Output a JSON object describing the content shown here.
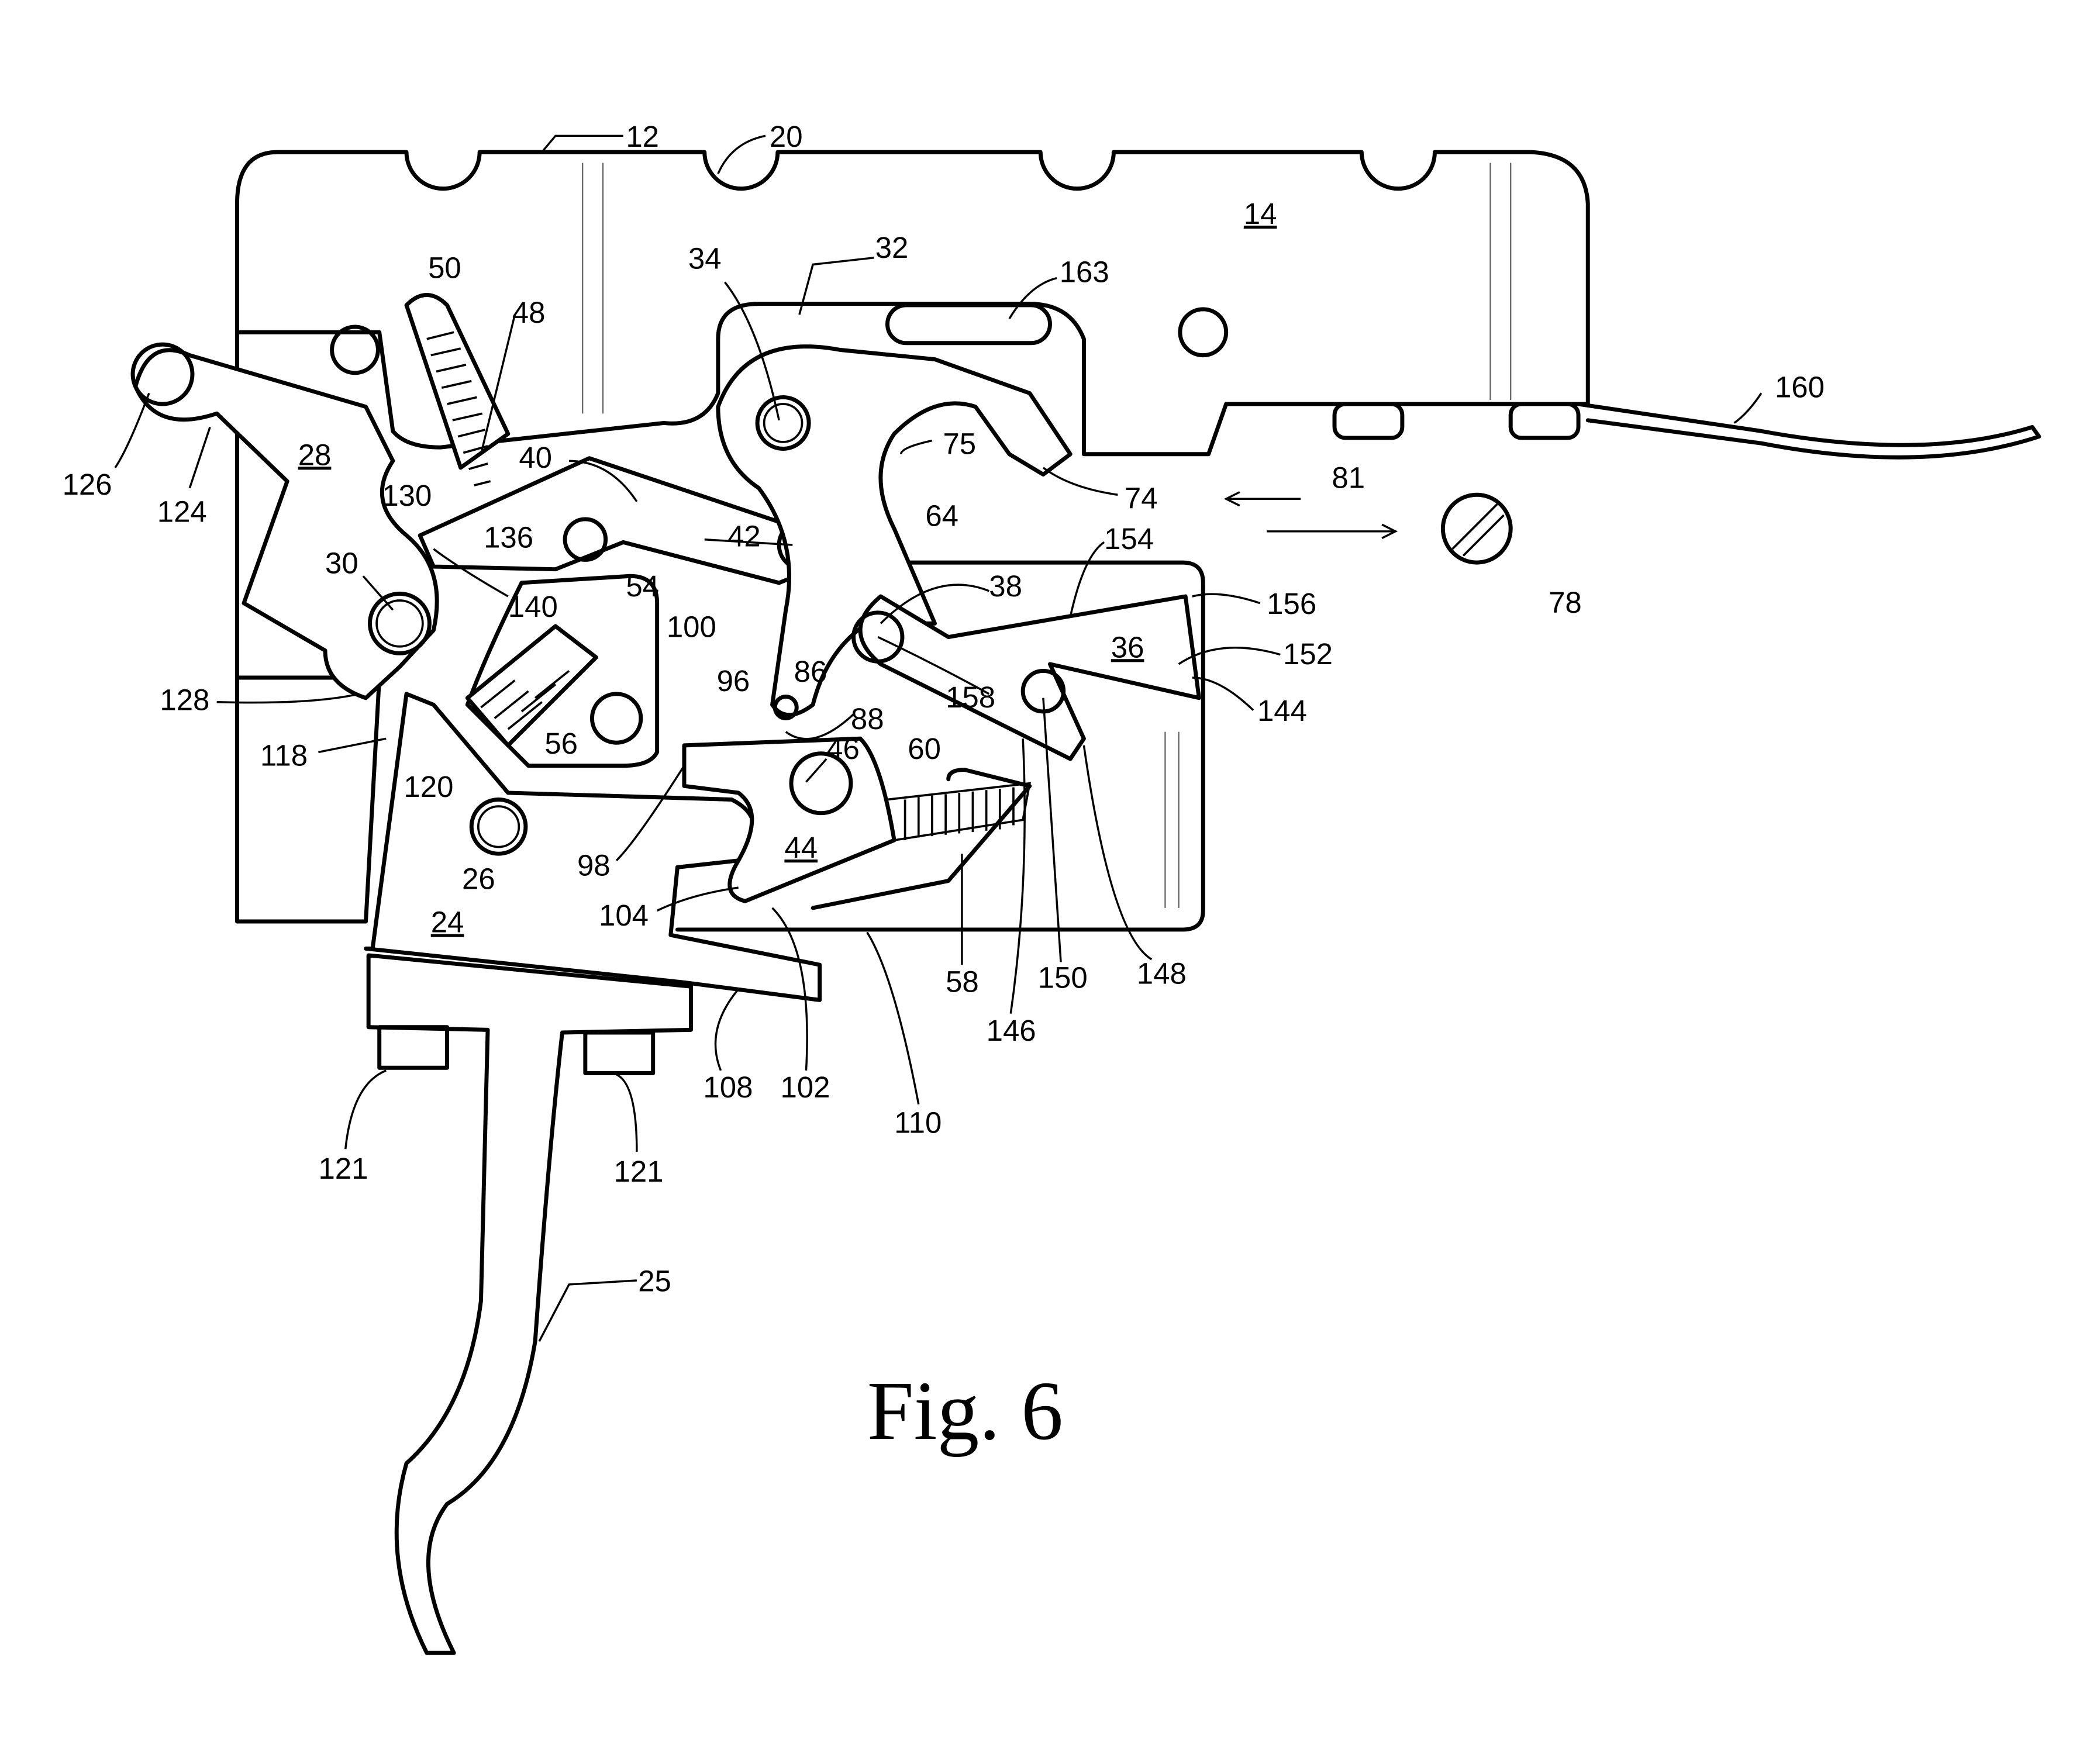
{
  "figure_caption": "Fig. 6",
  "reference_numerals": [
    "12",
    "20",
    "14",
    "50",
    "48",
    "34",
    "32",
    "163",
    "160",
    "126",
    "124",
    "28",
    "130",
    "40",
    "75",
    "74",
    "81",
    "136",
    "42",
    "64",
    "154",
    "30",
    "140",
    "54",
    "38",
    "156",
    "78",
    "100",
    "36",
    "152",
    "86",
    "158",
    "144",
    "128",
    "96",
    "88",
    "46",
    "60",
    "56",
    "118",
    "120",
    "26",
    "98",
    "44",
    "24",
    "104",
    "58",
    "150",
    "148",
    "146",
    "108",
    "102",
    "110",
    "121",
    "121",
    "25"
  ],
  "underlined_numerals": [
    "14",
    "28",
    "36",
    "44",
    "24"
  ]
}
